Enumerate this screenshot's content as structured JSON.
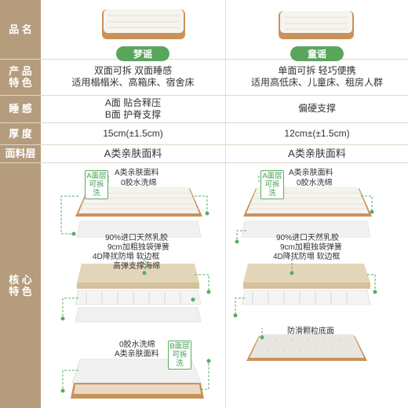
{
  "labels": {
    "name": "品 名",
    "features": [
      "产 品",
      "特 色"
    ],
    "feel": "睡 感",
    "thickness": "厚 度",
    "fabric": "面料层",
    "core": [
      "核 心",
      "特 色"
    ]
  },
  "products": [
    {
      "name": "梦谣",
      "features": [
        "双面可拆  双面睡感",
        "适用榻榻米、高箱床、宿舍床"
      ],
      "feel": [
        "A面  贴合释压",
        "B面  护脊支撑"
      ],
      "thickness": "15cm(±1.5cm)",
      "fabric": "A类亲肤面料",
      "top_tag": [
        "A面层",
        "可拆洗"
      ],
      "top_layers": [
        "A类亲肤面料",
        "0胶水洗绵"
      ],
      "mid_layers": [
        "90%进口天然乳胶",
        "9cm加粗独袋弹簧",
        "4D降扰防塌  软边框",
        "高弹支撑海绵"
      ],
      "bottom_layers": [
        "0胶水洗绵",
        "A类亲肤面料"
      ],
      "bottom_tag": [
        "B面层",
        "可拆洗"
      ]
    },
    {
      "name": "童谣",
      "features": [
        "单面可拆  轻巧便携",
        "适用高低床、儿童床、租房人群"
      ],
      "feel": [
        "偏硬支撑"
      ],
      "thickness": "12cm±(±1.5cm)",
      "fabric": "A类亲肤面料",
      "top_tag": [
        "A面层",
        "可拆洗"
      ],
      "top_layers": [
        "A类亲肤面料",
        "0胶水洗绵"
      ],
      "mid_layers": [
        "90%进口天然乳胶",
        "9cm加粗独袋弹簧",
        "4D降扰防塌  软边框"
      ],
      "bottom_layers": [
        "防滑颗粒底面"
      ]
    }
  ],
  "colors": {
    "label_bg": "#b49c7c",
    "green": "#5aa55c",
    "trim": "#c9925a"
  }
}
